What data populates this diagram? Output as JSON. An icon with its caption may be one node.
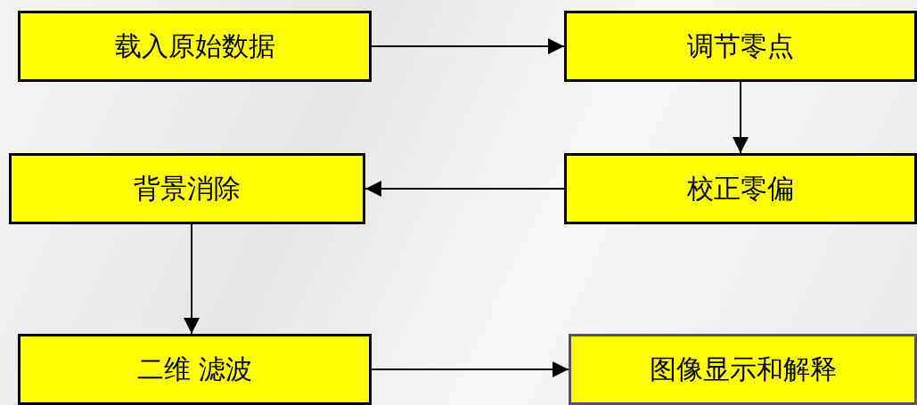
{
  "diagram": {
    "nodes": [
      {
        "text": [
          "载入原始数据"
        ]
      },
      {
        "text": [
          "调节零点"
        ]
      },
      {
        "text": [
          "背景消除"
        ]
      },
      {
        "text": [
          "校正零偏"
        ]
      },
      {
        "text": [
          "二维 滤波"
        ]
      },
      {
        "text": [
          "图像显示和解释"
        ]
      }
    ],
    "edges": [
      {
        "from": 0,
        "to": 1,
        "arrow": "to"
      },
      {
        "from": 1,
        "to": 3,
        "arrow": "to"
      },
      {
        "from": 3,
        "to": 2,
        "arrow": "to"
      },
      {
        "from": 2,
        "to": 4,
        "arrow": "to"
      },
      {
        "from": 4,
        "to": 5,
        "arrow": "to"
      }
    ]
  }
}
